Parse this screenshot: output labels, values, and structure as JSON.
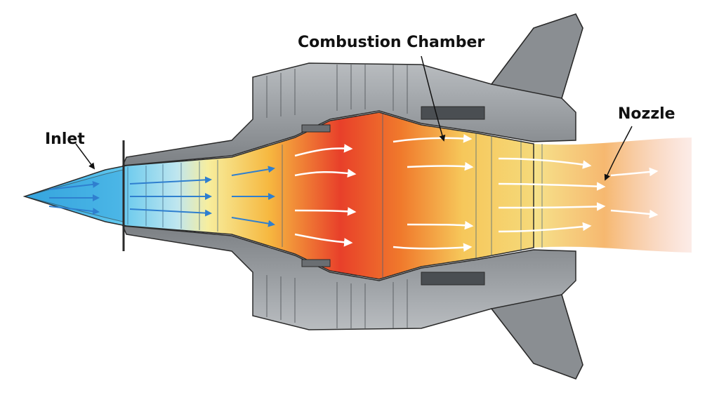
{
  "labels": {
    "inlet": "Inlet",
    "combustion_chamber": "Combustion Chamber",
    "nozzle": "Nozzle"
  },
  "colors": {
    "inlet_flow": "#3aa8e0",
    "compressor_flow": "#f6e48a",
    "combustion_hot": "#e8402a",
    "combustion_warm": "#f39a2e",
    "nozzle_exhaust": "#f7b8a0",
    "casing": "#b9bcbf",
    "casing_dark": "#5e6266",
    "outline": "#2a2a2a",
    "arrow_cold": "#2f7fcf",
    "arrow_hot": "#ffffff"
  }
}
